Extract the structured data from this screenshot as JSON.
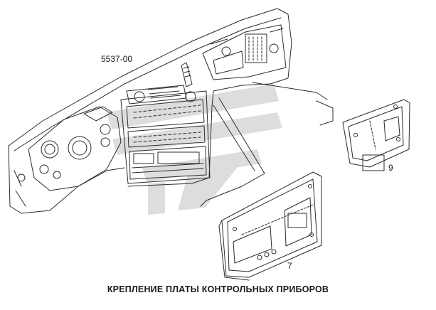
{
  "diagram": {
    "model_label": "5537-00",
    "caption": "КРЕПЛЕНИЕ ПЛАТЫ КОНТРОЛЬНЫХ ПРИБОРОВ",
    "parts": [
      {
        "number": "7"
      },
      {
        "number": "9"
      }
    ]
  },
  "colors": {
    "line": "#2b2b2b",
    "watermark": "#cfd4cf"
  }
}
